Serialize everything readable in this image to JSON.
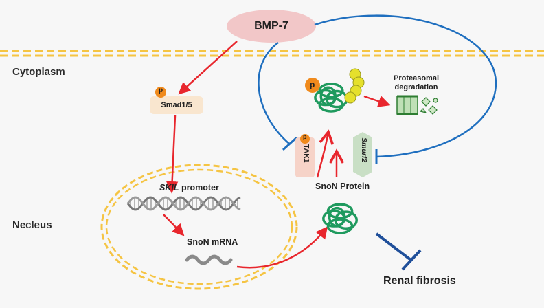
{
  "regions": {
    "cytoplasm": "Cytoplasm",
    "nucleus": "Necleus"
  },
  "nodes": {
    "bmp7": "BMP-7",
    "phospho": "p",
    "smad": "Smad1/5",
    "skil_gene": "SKIL",
    "skil_promoter": "promoter",
    "snon_mrna": "SnoN mRNA",
    "snon_protein": "SnoN Protein",
    "tak1": "TAK1",
    "smurf2": "Smurf2",
    "proteasomal": "Proteasomal",
    "degradation": "degradation",
    "renal_fibrosis": "Renal fibrosis"
  },
  "colors": {
    "activation_arrow": "#e8262d",
    "inhibition_line": "#1f6fbf",
    "fibrosis_inhibition": "#1f4f9a",
    "membrane": "#f5c443",
    "bmp7_oval": "#f2c7c8",
    "smad_box": "#f9e6cf",
    "tak1_box": "#f6d3c8",
    "smurf2_box": "#c9dfc5",
    "phospho_circle": "#f08a1c",
    "protein": "#1f9a5e",
    "ubiquitin": "#e5e02c"
  }
}
